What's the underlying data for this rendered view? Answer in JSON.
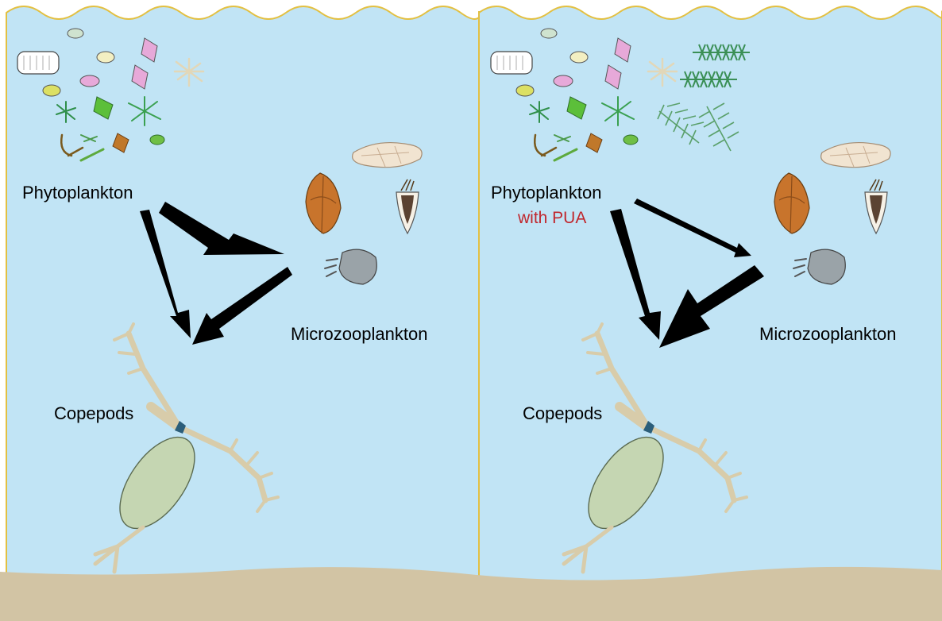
{
  "colors": {
    "water": "#c1e4f5",
    "border": "#e3c042",
    "sediment": "#d2c4a4",
    "arrow": "#000000",
    "highlight_text": "#c0272d"
  },
  "panels": [
    {
      "id": "left",
      "labels": {
        "phytoplankton": "Phytoplankton",
        "microzooplankton": "Microzooplankton",
        "copepods": "Copepods"
      },
      "flows": [
        {
          "from": "Phytoplankton",
          "to": "Microzooplankton",
          "weight": "heavy"
        },
        {
          "from": "Phytoplankton",
          "to": "Copepods",
          "weight": "medium"
        },
        {
          "from": "Microzooplankton",
          "to": "Copepods",
          "weight": "medium"
        }
      ]
    },
    {
      "id": "right",
      "labels": {
        "phytoplankton": "Phytoplankton",
        "phytoplankton_qualifier": "with PUA",
        "microzooplankton": "Microzooplankton",
        "copepods": "Copepods"
      },
      "flows": [
        {
          "from": "Phytoplankton",
          "to": "Microzooplankton",
          "weight": "light"
        },
        {
          "from": "Phytoplankton",
          "to": "Copepods",
          "weight": "medium"
        },
        {
          "from": "Microzooplankton",
          "to": "Copepods",
          "weight": "heavy"
        }
      ]
    }
  ],
  "icons": [
    "diatom-cluster-icon",
    "ciliate-icon",
    "dinoflagellate-icon",
    "tintinnid-icon",
    "copepod-icon",
    "diatom-chain-icon"
  ]
}
